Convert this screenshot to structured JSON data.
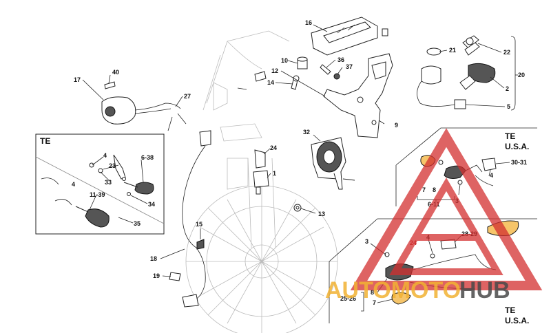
{
  "callouts": {
    "c1": "1",
    "c2": "2",
    "c3a": "3",
    "c3b": "3",
    "c4a": "4",
    "c4b": "4",
    "c4c": "4",
    "c4d": "4",
    "c5": "5",
    "c7a": "7",
    "c7b": "7",
    "c8a": "8",
    "c8b": "8",
    "c9": "9",
    "c10": "10",
    "c12": "12",
    "c13": "13",
    "c14": "14",
    "c15": "15",
    "c16": "16",
    "c17": "17",
    "c18": "18",
    "c19": "19",
    "c20": "20",
    "c21": "21",
    "c22": "22",
    "c23": "23",
    "c24a": "24",
    "c24b": "24",
    "c25_26": "25-26",
    "c27": "27",
    "c28_29": "28-29",
    "c30_31": "30-31",
    "c32": "32",
    "c33": "33",
    "c34": "34",
    "c35": "35",
    "c36": "36",
    "c37": "37",
    "c40": "40",
    "c6_11": "6-11",
    "c6_38": "6-38",
    "c11_39": "11-39"
  },
  "sections": {
    "te_left": "TE",
    "te_usa_top_1": "TE",
    "te_usa_top_2": "U.S.A.",
    "te_usa_bottom_1": "TE",
    "te_usa_bottom_2": "U.S.A."
  },
  "watermark": {
    "brand_part1": "AUTOMOTO",
    "brand_part2": "HUB",
    "color_orange": "#f2b233",
    "color_red": "#d32f2f",
    "color_grey": "#4a4a4a"
  }
}
